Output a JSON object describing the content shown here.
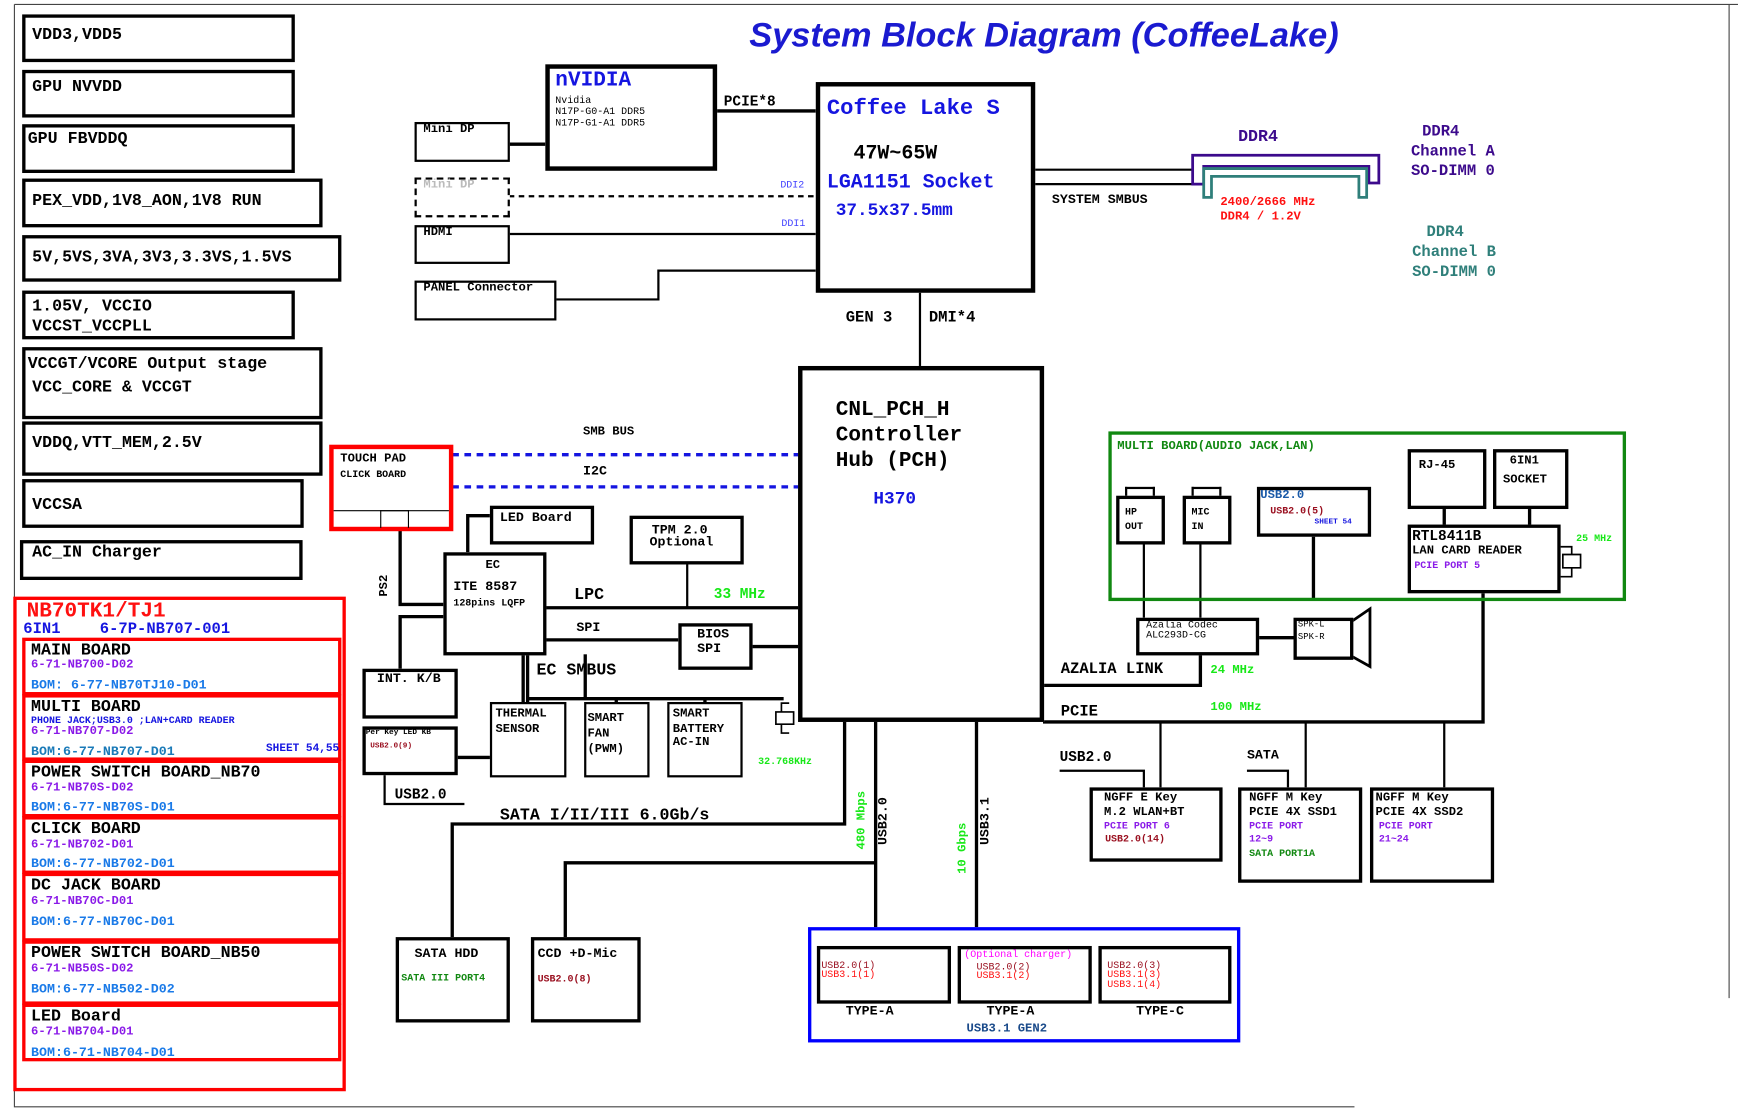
{
  "title": "System Block Diagram (CoffeeLake)",
  "colors": {
    "title": "#1a1ad0",
    "bom_red": "#ff0000",
    "multi_board_green": "#118811",
    "usb_box_blue": "#0000ff",
    "ddr_a": "#3c0a8c",
    "ddr_b": "#2f7f7a",
    "clock_green": "#18e818"
  },
  "power_rails": [
    "VDD3,VDD5",
    "GPU NVVDD",
    "GPU FBVDDQ",
    "PEX_VDD,1V8_AON,1V8 RUN",
    "5V,5VS,3VA,3V3,3.3VS,1.5VS",
    "1.05V, VCCIO",
    "VCCST_VCCPLL",
    "VCCGT/VCORE Output stage",
    "VCC_CORE & VCCGT",
    "VDDQ,VTT_MEM,2.5V",
    "VCCSA",
    "AC_IN Charger"
  ],
  "bom": {
    "model": "NB70TK1/TJ1",
    "sixin1": "6IN1",
    "sixin1_pn": "6-7P-NB707-001",
    "boards": [
      {
        "name": "MAIN BOARD",
        "pn": "6-71-NB700-D02",
        "bom": "BOM: 6-77-NB70TJ10-D01"
      },
      {
        "name": "MULTI BOARD",
        "note": "PHONE JACK;USB3.0 ;LAN+CARD READER",
        "pn": "6-71-NB707-D02",
        "bom": "BOM:6-77-NB707-D01",
        "sheet": "SHEET 54,55"
      },
      {
        "name": "POWER SWITCH BOARD_NB70",
        "pn": "6-71-NB70S-D02",
        "bom": "BOM:6-77-NB70S-D01"
      },
      {
        "name": "CLICK BOARD",
        "pn": "6-71-NB702-D01",
        "bom": "BOM:6-77-NB702-D01"
      },
      {
        "name": "DC JACK BOARD",
        "pn": "6-71-NB70C-D01",
        "bom": "BOM:6-77-NB70C-D01"
      },
      {
        "name": "POWER SWITCH BOARD_NB50",
        "pn": "6-71-NB50S-D02",
        "bom": "BOM:6-77-NB502-D02"
      },
      {
        "name": "LED Board",
        "pn": "6-71-NB704-D01",
        "bom": "BOM:6-71-NB704-D01"
      }
    ]
  },
  "gpu": {
    "brand": "nVIDIA",
    "l1": "Nvidia",
    "l2": "N17P-G0-A1 DDR5",
    "l3": "N17P-G1-A1 DDR5",
    "link": "PCIE*8"
  },
  "display": {
    "minidp": "Mini DP",
    "minidp2": "Mini DP",
    "hdmi": "HDMI",
    "panel": "PANEL Connector",
    "ddi2": "DDI2",
    "ddi1": "DDI1"
  },
  "cpu": {
    "name": "Coffee Lake S",
    "power": "47W~65W",
    "socket": "LGA1151 Socket",
    "size": "37.5x37.5mm",
    "gen": "GEN 3",
    "dmi": "DMI*4",
    "smbus": "SYSTEM SMBUS"
  },
  "memory": {
    "ddr4": "DDR4",
    "speed": "2400/2666 MHz",
    "volt": "DDR4 / 1.2V",
    "a1": "DDR4",
    "a2": "Channel A",
    "a3": "SO-DIMM 0",
    "b1": "DDR4",
    "b2": "Channel B",
    "b3": "SO-DIMM 0"
  },
  "pch": {
    "l1": "CNL_PCH_H",
    "l2": "Controller",
    "l3": "Hub (PCH)",
    "model": "H370"
  },
  "ec_area": {
    "smb_bus": "SMB BUS",
    "i2c": "I2C",
    "touchpad1": "TOUCH PAD",
    "touchpad2": "CLICK BOARD",
    "led_board": "LED Board",
    "tpm1": "TPM 2.0",
    "tpm2": "Optional",
    "ec1": "EC",
    "ec2": "ITE 8587",
    "ec3": "128pins LQFP",
    "lpc": "LPC",
    "lpc_clk": "33 MHz",
    "spi": "SPI",
    "bios1": "BIOS",
    "bios2": "SPI",
    "ps2": "PS2",
    "ec_smbus": "EC SMBUS",
    "kb": "INT. K/B",
    "perkey": "Per Key LED KB",
    "perkey_usb": "USB2.0(9)",
    "usb20": "USB2.0",
    "thermal1": "THERMAL",
    "thermal2": "SENSOR",
    "fan1": "SMART",
    "fan2": "FAN",
    "fan3": "(PWM)",
    "bat1": "SMART",
    "bat2": "BATTERY",
    "bat3": "AC-IN",
    "rtc": "32.768KHz"
  },
  "storage": {
    "sata": "SATA I/II/III 6.0Gb/s",
    "hdd": "SATA HDD",
    "hdd_port": "SATA III PORT4",
    "ccd": "CCD +D-Mic",
    "ccd_usb": "USB2.0(8)",
    "usb2_speed": "480 Mbps",
    "usb2": "USB2.0",
    "usb3_speed": "10 Gbps",
    "usb3": "USB3.1"
  },
  "usb_ports": {
    "group": "USB3.1 GEN2",
    "ports": [
      {
        "l1": "USB2.0(1)",
        "l2": "USB3.1(1)",
        "type": "TYPE-A"
      },
      {
        "opt": "(Optional charger)",
        "l1": "USB2.0(2)",
        "l2": "USB3.1(2)",
        "type": "TYPE-A"
      },
      {
        "l1": "USB2.0(3)",
        "l2": "USB3.1(3)",
        "l3": "USB3.1(4)",
        "type": "TYPE-C"
      }
    ]
  },
  "multi_board": {
    "title": "MULTI BOARD(AUDIO JACK,LAN)",
    "hp1": "HP",
    "hp2": "OUT",
    "mic1": "MIC",
    "mic2": "IN",
    "usb_t": "USB2.0",
    "usb_p": "USB2.0(5)",
    "usb_s": "SHEET 54",
    "rj45": "RJ-45",
    "sixin1_1": "6IN1",
    "sixin1_2": "SOCKET",
    "rtl1": "RTL8411B",
    "rtl2": "LAN CARD READER",
    "rtl3": "PCIE PORT 5",
    "rtl_clk": "25 MHz"
  },
  "audio": {
    "codec1": "Azalia Codec",
    "codec2": "ALC293D-CG",
    "spk1": "SPK-L",
    "spk2": "SPK-R",
    "link": "AZALIA LINK",
    "clk": "24 MHz"
  },
  "pcie_area": {
    "pcie": "PCIE",
    "pcie_clk": "100 MHz",
    "usb20": "USB2.0",
    "sata": "SATA",
    "e1": "NGFF E Key",
    "e2": "M.2 WLAN+BT",
    "e3": "PCIE PORT 6",
    "e4": "USB2.0(14)",
    "m1a": "NGFF M Key",
    "m1b": "PCIE 4X SSD1",
    "m1c": "PCIE PORT",
    "m1d": "12~9",
    "m1e": "SATA PORT1A",
    "m2a": "NGFF M Key",
    "m2b": "PCIE 4X SSD2",
    "m2c": "PCIE PORT",
    "m2d": "21~24"
  }
}
